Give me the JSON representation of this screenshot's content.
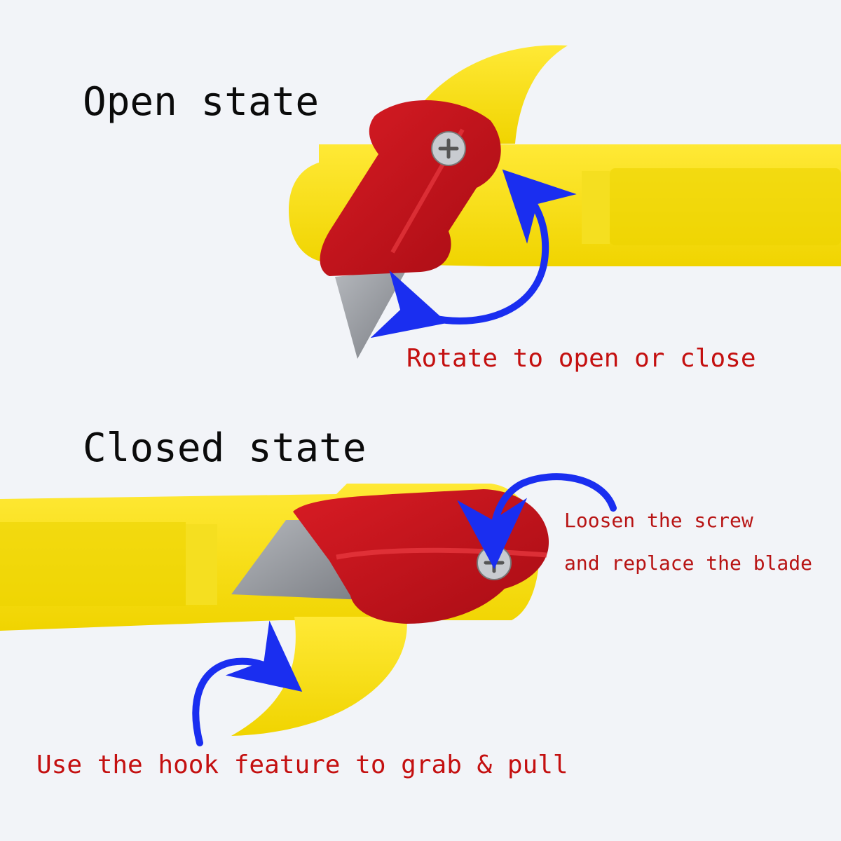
{
  "labels": {
    "open_state": "Open state",
    "closed_state": "Closed state",
    "rotate": "Rotate to open or close",
    "loosen_line1": "Loosen the screw",
    "loosen_line2": "and replace the blade",
    "hook": "Use the hook feature to grab & pull"
  },
  "colors": {
    "background": "#f2f4f8",
    "handle_yellow": "#f7e21a",
    "cover_red": "#c8141e",
    "blade_gray": "#9a9da3",
    "arrow_blue": "#1a2ef0",
    "caption_red": "#c41010"
  },
  "icons": [
    "screw-icon",
    "curved-arrow-icon"
  ]
}
